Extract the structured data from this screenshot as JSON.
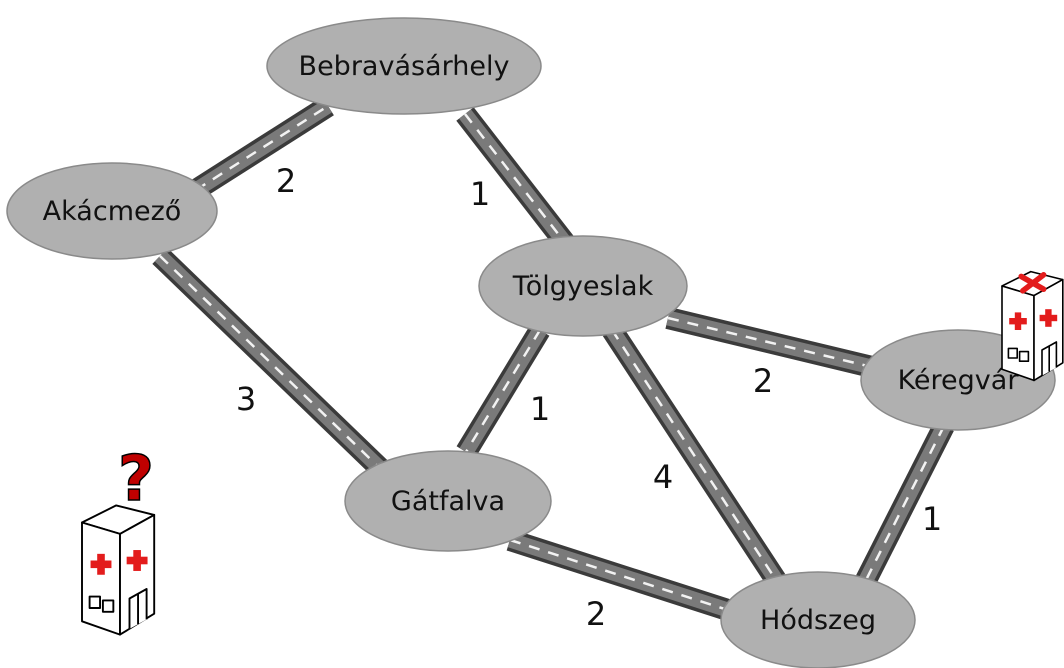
{
  "colors": {
    "road_edge": "#3b3b3b",
    "road_fill": "#7a7a7a",
    "road_dash": "#f2f2f2",
    "node_fill": "#b0b0b0",
    "node_stroke": "#8a8a8a",
    "cross": "#e31c1c",
    "question": "#c00000"
  },
  "nodes": [
    {
      "id": "bebravasarhely",
      "label": "Bebravásárhely"
    },
    {
      "id": "akacmezo",
      "label": "Akácmező"
    },
    {
      "id": "tolgyeslak",
      "label": "Tölgyeslak"
    },
    {
      "id": "keregvar",
      "label": "Kéregvár"
    },
    {
      "id": "gatfalva",
      "label": "Gátfalva"
    },
    {
      "id": "hodszeg",
      "label": "Hódszeg"
    }
  ],
  "edges": [
    {
      "from": "akacmezo",
      "to": "bebravasarhely",
      "weight": "2"
    },
    {
      "from": "bebravasarhely",
      "to": "tolgyeslak",
      "weight": "1"
    },
    {
      "from": "akacmezo",
      "to": "gatfalva",
      "weight": "3"
    },
    {
      "from": "tolgyeslak",
      "to": "gatfalva",
      "weight": "1"
    },
    {
      "from": "tolgyeslak",
      "to": "keregvar",
      "weight": "2"
    },
    {
      "from": "tolgyeslak",
      "to": "hodszeg",
      "weight": "4"
    },
    {
      "from": "keregvar",
      "to": "hodszeg",
      "weight": "1"
    },
    {
      "from": "gatfalva",
      "to": "hodszeg",
      "weight": "2"
    }
  ],
  "hospitals": [
    {
      "id": "existing",
      "at": "keregvar",
      "icon": "hospital-icon"
    },
    {
      "id": "unknown",
      "at": null,
      "icon": "hospital-question-icon",
      "mark": "?"
    }
  ]
}
